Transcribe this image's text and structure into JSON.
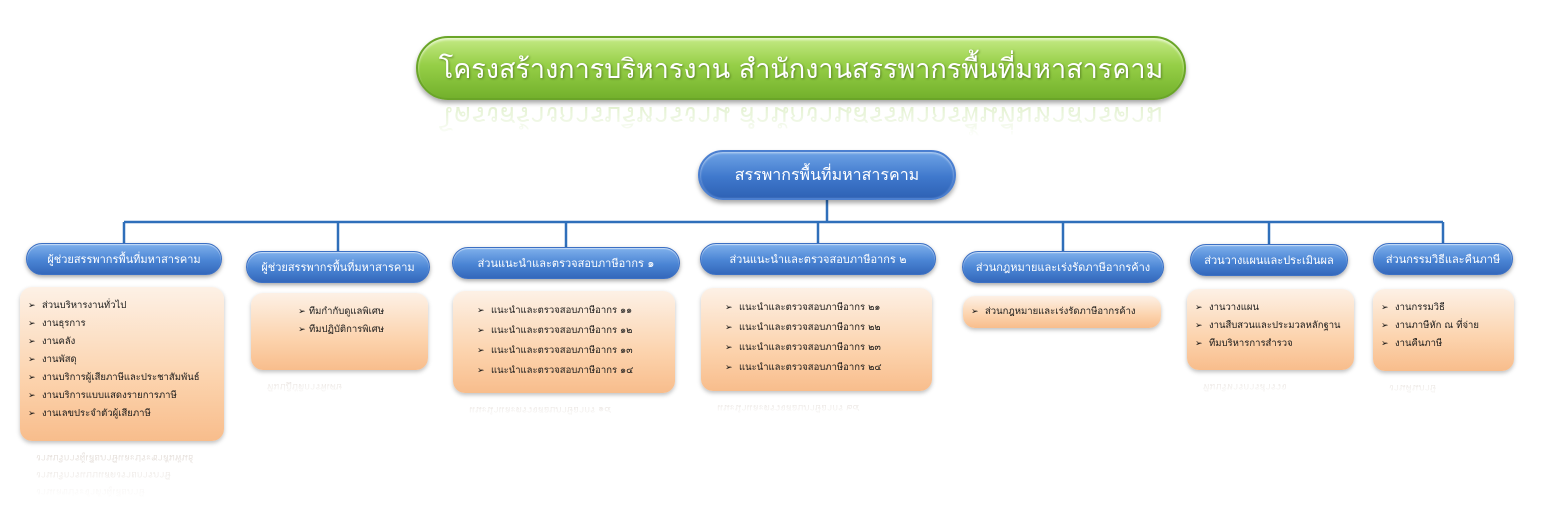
{
  "title": "โครงสร้างการบริหารงาน สำนักงานสรรพากรพื้นที่มหาสารคาม",
  "root": "สรรพากรพื้นที่มหาสารคาม",
  "branches": [
    {
      "label": "ผู้ช่วยสรรพากรพื้นที่มหาสารคาม",
      "items": [
        "ส่วนบริหารงานทั่วไป",
        "งานธุรการ",
        "งานคลัง",
        "งานพัสดุ",
        "งานบริการผู้เสียภาษีและประชาสัมพันธ์",
        "งานบริการแบบแสดงรายการภาษี",
        "งานเลขประจำตัวผู้เสียภาษี"
      ]
    },
    {
      "label": "ผู้ช่วยสรรพากรพื้นที่มหาสารคาม",
      "items": [
        "ทีมกำกับดูแลพิเศษ",
        "ทีมปฏิบัติการพิเศษ"
      ]
    },
    {
      "label": "ส่วนแนะนำและตรวจสอบภาษีอากร ๑",
      "items": [
        "แนะนำและตรวจสอบภาษีอากร ๑๑",
        "แนะนำและตรวจสอบภาษีอากร ๑๒",
        "แนะนำและตรวจสอบภาษีอากร ๑๓",
        "แนะนำและตรวจสอบภาษีอากร ๑๔"
      ]
    },
    {
      "label": "ส่วนแนะนำและตรวจสอบภาษีอากร ๒",
      "items": [
        "แนะนำและตรวจสอบภาษีอากร ๒๑",
        "แนะนำและตรวจสอบภาษีอากร ๒๒",
        "แนะนำและตรวจสอบภาษีอากร ๒๓",
        "แนะนำและตรวจสอบภาษีอากร ๒๔"
      ]
    },
    {
      "label": "ส่วนกฎหมายและเร่งรัดภาษีอากรค้าง",
      "items": [
        "ส่วนกฎหมายและเร่งรัดภาษีอากรค้าง"
      ]
    },
    {
      "label": "ส่วนวางแผนและประเมินผล",
      "items": [
        "งานวางแผน",
        "งานสืบสวนและประมวลหลักฐาน",
        "ทีมบริหารการสำรวจ"
      ]
    },
    {
      "label": "ส่วนกรรมวิธีและคืนภาษี",
      "items": [
        "งานกรรมวิธี",
        "งานภาษีหัก ณ ที่จ่าย",
        "งานคืนภาษี"
      ]
    }
  ],
  "colors": {
    "title_green": "#8cc63f",
    "node_blue": "#3f78cc",
    "connector_blue": "#2f6fba",
    "box_peach": "#fcd3ad"
  },
  "icons": {
    "bullet": "arrow-bullet-icon"
  }
}
